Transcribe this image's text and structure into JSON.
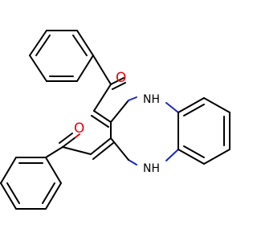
{
  "molecule": {
    "atoms": {
      "oxygen_top": "O",
      "oxygen_bottom": "O",
      "nitrogen_top": "NH",
      "nitrogen_bottom": "NH"
    },
    "colors": {
      "bond": "#000000",
      "oxygen": "#e8000b",
      "nitrogen_bond": "#1a25c9",
      "background": "#ffffff"
    }
  }
}
